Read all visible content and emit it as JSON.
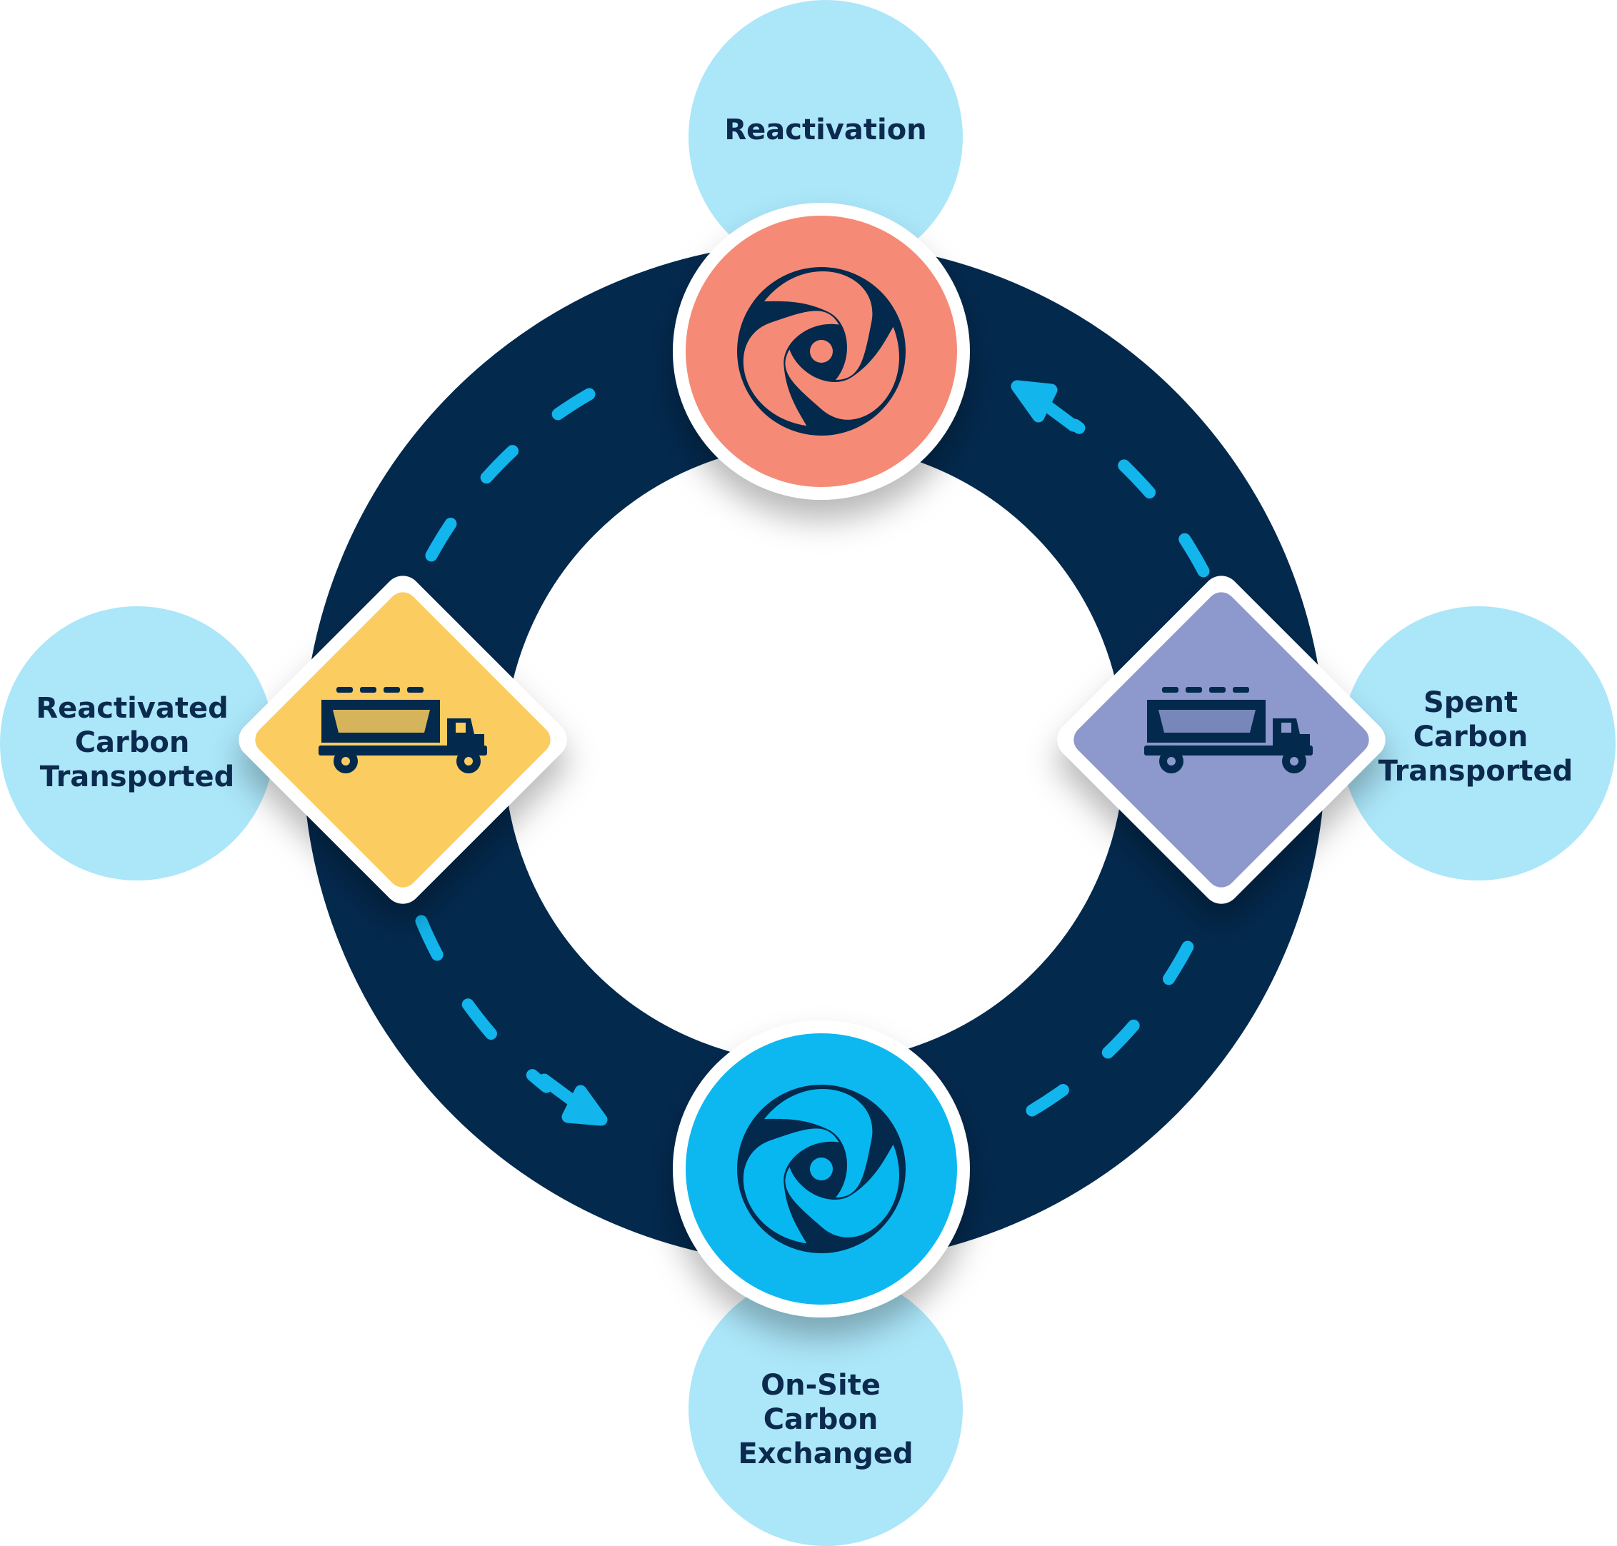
{
  "colors": {
    "ring": "#03294d",
    "dash": "#12b5ec",
    "bubble": "#abe6f9",
    "reactivation_node": "#f58b76",
    "exchange_node": "#07b8f0",
    "reactivated_transport_node": "#fbcc5e",
    "spent_transport_node": "#8d98cd",
    "label_text": "#0b2a4e",
    "node_border": "#ffffff"
  },
  "stages": {
    "reactivation": {
      "lines": [
        "Reactivation"
      ],
      "icon": "swirl-icon"
    },
    "spent_transport": {
      "lines": [
        "Spent",
        "Carbon",
        "Transported"
      ],
      "icon": "truck-icon"
    },
    "exchange": {
      "lines": [
        "On-Site",
        "Carbon",
        "Exchanged"
      ],
      "icon": "swirl-icon"
    },
    "reactivated_transport": {
      "lines": [
        "Reactivated",
        "Carbon",
        "Transported"
      ],
      "icon": "truck-icon"
    }
  },
  "flow": {
    "direction": "counter-clockwise"
  }
}
